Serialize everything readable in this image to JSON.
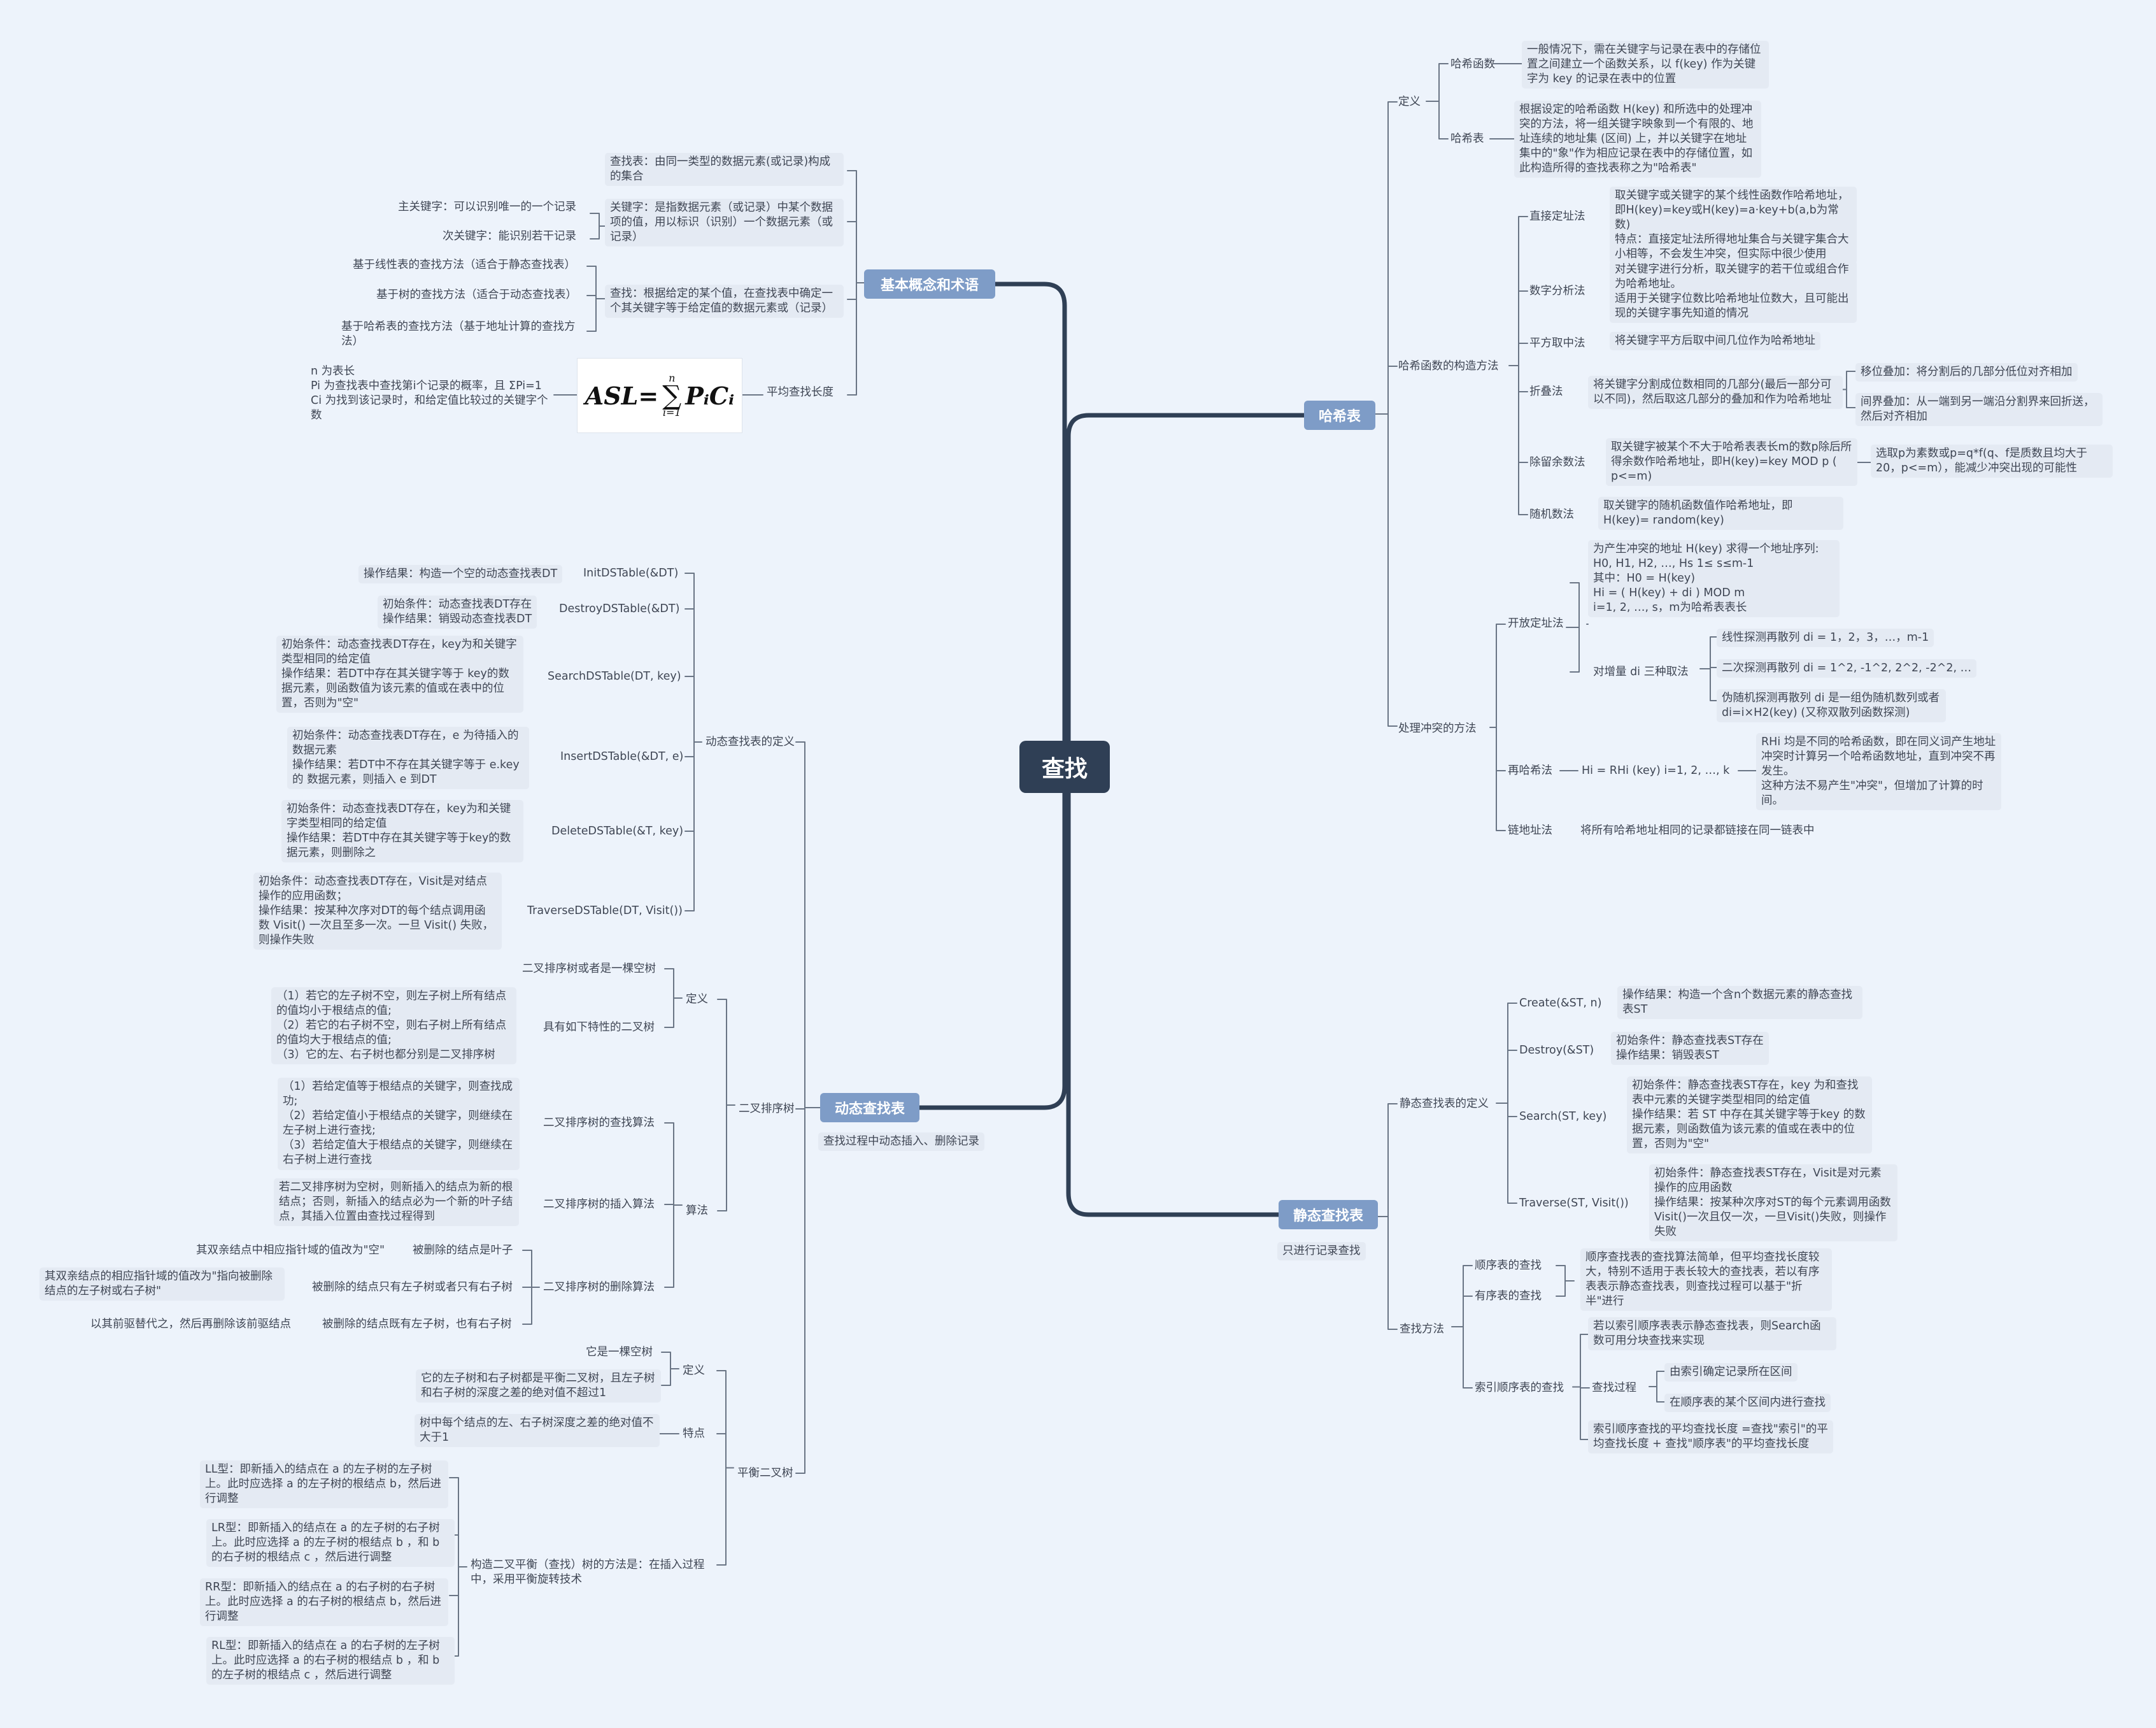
{
  "root": "查找",
  "main": {
    "jiben": "基本概念和术语",
    "hash": "哈希表",
    "dong": "动态查找表",
    "jing": "静态查找表"
  },
  "summary": {
    "dong": "查找过程中动态插入、删除记录",
    "jing": "只进行记录查找"
  },
  "formula": {
    "lhs": "ASL=",
    "sum_top": "n",
    "sum_sym": "∑",
    "sum_bottom": "i=1",
    "term": "PᵢCᵢ"
  },
  "nodes": {
    "jb_table": "查找表：由同一类型的数据元素(或记录)构成的集合",
    "jb_key": "关键字：是指数据元素（或记录）中某个数据项的值，用以标识（识别）一个数据元素（或记录）",
    "jb_pkey": "主关键字：可以识别唯一的一个记录",
    "jb_skey": "次关键字：能识别若干记录",
    "jb_search": "查找：根据给定的某个值，在查找表中确定一个其关键字等于给定值的数据元素或（记录）",
    "jb_linear": "基于线性表的查找方法（适合于静态查找表）",
    "jb_tree": "基于树的查找方法（适合于动态查找表）",
    "jb_hashm": "基于哈希表的查找方法（基于地址计算的查找方法）",
    "jb_asl": "平均查找长度",
    "jb_asl_note": "n 为表长\nPi 为查找表中查找第i个记录的概率，且 ΣPi=1\nCi 为找到该记录时，和给定值比较过的关键字个数",
    "h_def": "定义",
    "h_func": "哈希函数",
    "h_func_d": "一般情况下，需在关键字与记录在表中的存储位置之间建立一个函数关系，以 f(key) 作为关键字为 key 的记录在表中的位置",
    "h_tab": "哈希表",
    "h_tab_d": "根据设定的哈希函数 H(key) 和所选中的处理冲突的方法，将一组关键字映象到一个有限的、地址连续的地址集 (区间) 上，并以关键字在地址集中的\"象\"作为相应记录在表中的存储位置，如此构造所得的查找表称之为\"哈希表\"",
    "h_cons": "哈希函数的构造方法",
    "h_direct": "直接定址法",
    "h_direct_d": "取关键字或关键字的某个线性函数作哈希地址，即H(key)=key或H(key)=a·key+b(a,b为常数)\n特点：直接定址法所得地址集合与关键字集合大小相等，不会发生冲突，但实际中很少使用",
    "h_digit": "数字分析法",
    "h_digit_d": "对关键字进行分析，取关键字的若干位或组合作为哈希地址。\n适用于关键字位数比哈希地址位数大，且可能出现的关键字事先知道的情况",
    "h_sq": "平方取中法",
    "h_sq_d": "将关键字平方后取中间几位作为哈希地址",
    "h_fold": "折叠法",
    "h_fold_d": "将关键字分割成位数相同的几部分(最后一部分可以不同)，然后取这几部分的叠加和作为哈希地址",
    "h_fold1": "移位叠加：将分割后的几部分低位对齐相加",
    "h_fold2": "间界叠加：从一端到另一端沿分割界来回折送，然后对齐相加",
    "h_div": "除留余数法",
    "h_div_d": "取关键字被某个不大于哈希表表长m的数p除后所得余数作哈希地址，即H(key)=key MOD p ( p<=m)",
    "h_div_n": "选取p为素数或p=q*f(q、f是质数且均大于20，p<=m），能减少冲突出现的可能性",
    "h_rand": "随机数法",
    "h_rand_d": "取关键字的随机函数值作哈希地址，即H(key)= random(key)",
    "h_conf": "处理冲突的方法",
    "h_open": "开放定址法",
    "h_open_d": "为产生冲突的地址 H(key) 求得一个地址序列:\nH0, H1, H2, …, Hs     1≤ s≤m-1\n其中：H0 = H(key)\n          Hi = ( H(key) + di ) MOD m\n          i=1, 2, …, s，m为哈希表表长",
    "h_di": "对增量 di  三种取法",
    "h_di1": "线性探测再散列 di = 1，2，3，…，m-1",
    "h_di2": "二次探测再散列 di = 1^2, -1^2, 2^2, -2^2, …",
    "h_di3": "伪随机探测再散列 di 是一组伪随机数列或者di=i×H2(key) (又称双散列函数探测)",
    "h_rehash": "再哈希法",
    "h_rehash_f": "Hi = RHi (key)       i=1, 2, …, k",
    "h_rehash_d": "RHi 均是不同的哈希函数，即在同义词产生地址冲突时计算另一个哈希函数地址，直到冲突不再发生。\n这种方法不易产生\"冲突\"，但增加了计算的时间。",
    "h_chain": "链地址法",
    "h_chain_d": "将所有哈希地址相同的记录都链接在同一链表中",
    "d_def": "动态查找表的定义",
    "d_init": "InitDSTable(&DT)",
    "d_init_d": "操作结果：构造一个空的动态查找表DT",
    "d_destroy": "DestroyDSTable(&DT)",
    "d_destroy_d": "初始条件：动态查找表DT存在\n操作结果：销毁动态查找表DT",
    "d_search": "SearchDSTable(DT, key)",
    "d_search_d": "初始条件：动态查找表DT存在，key为和关键字类型相同的给定值\n操作结果：若DT中存在其关键字等于 key的数据元素，则函数值为该元素的值或在表中的位置，否则为\"空\"",
    "d_insert": "InsertDSTable(&DT, e)",
    "d_insert_d": "初始条件：动态查找表DT存在，e 为待插入的数据元素\n操作结果：若DT中不存在其关键字等于 e.key 的 数据元素，则插入 e 到DT",
    "d_delete": "DeleteDSTable(&T, key)",
    "d_delete_d": "初始条件：动态查找表DT存在，key为和关键字类型相同的给定值\n操作结果：若DT中存在其关键字等于key的数据元素，则删除之",
    "d_trav": "TraverseDSTable(DT, Visit())",
    "d_trav_d": "初始条件：动态查找表DT存在，Visit是对结点操作的应用函数；\n操作结果：按某种次序对DT的每个结点调用函数 Visit() 一次且至多一次。一旦 Visit() 失败，则操作失败",
    "d_bst": "二叉排序树",
    "d_bst_def": "定义",
    "d_bst_def1": "二叉排序树或者是一棵空树",
    "d_bst_def2": "具有如下特性的二叉树",
    "d_bst_def2_d": "（1）若它的左子树不空，则左子树上所有结点的值均小于根结点的值;\n（2）若它的右子树不空，则右子树上所有结点的值均大于根结点的值;\n（3）它的左、右子树也都分别是二叉排序树",
    "d_bst_alg": "算法",
    "d_bst_find": "二叉排序树的查找算法",
    "d_bst_find_d": "（1）若给定值等于根结点的关键字，则查找成功;\n（2）若给定值小于根结点的关键字，则继续在左子树上进行查找;\n（3）若给定值大于根结点的关键字，则继续在右子树上进行查找",
    "d_bst_ins": "二叉排序树的插入算法",
    "d_bst_ins_d": "若二叉排序树为空树，则新插入的结点为新的根结点；否则，新插入的结点必为一个新的叶子结点，其插入位置由查找过程得到",
    "d_bst_del": "二叉排序树的删除算法",
    "d_bst_del1": "被删除的结点是叶子",
    "d_bst_del1_d": "其双亲结点中相应指针域的值改为\"空\"",
    "d_bst_del2": "被删除的结点只有左子树或者只有右子树",
    "d_bst_del2_d": "其双亲结点的相应指针域的值改为\"指向被删除结点的左子树或右子树\"",
    "d_bst_del3": "被删除的结点既有左子树，也有右子树",
    "d_bst_del3_d": "以其前驱替代之，然后再删除该前驱结点",
    "d_avl": "平衡二叉树",
    "d_avl_def": "定义",
    "d_avl_def1": "它是一棵空树",
    "d_avl_def2": "它的左子树和右子树都是平衡二叉树，且左子树和右子树的深度之差的绝对值不超过1",
    "d_avl_feat": "特点",
    "d_avl_feat_d": "树中每个结点的左、右子树深度之差的绝对值不大于1",
    "d_avl_build": "构造二叉平衡（查找）树的方法是：在插入过程中，采用平衡旋转技术",
    "d_avl_ll": "LL型：即新插入的结点在 a 的左子树的左子树上。此时应选择 a 的左子树的根结点 b，然后进行调整",
    "d_avl_lr": "LR型：即新插入的结点在 a 的左子树的右子树上。此时应选择 a 的左子树的根结点 b ，和 b 的右子树的根结点 c ，然后进行调整",
    "d_avl_rr": "RR型：即新插入的结点在 a 的右子树的右子树上。此时应选择 a 的右子树的根结点 b，然后进行调整",
    "d_avl_rl": "RL型：即新插入的结点在 a 的右子树的左子树上。此时应选择 a 的右子树的根结点 b ，和 b 的左子树的根结点 c ，然后进行调整",
    "s_def": "静态查找表的定义",
    "s_create": "Create(&ST, n)",
    "s_create_d": "操作结果：构造一个含n个数据元素的静态查找表ST",
    "s_destroy": "Destroy(&ST)",
    "s_destroy_d": "初始条件：静态查找表ST存在\n操作结果：销毁表ST",
    "s_search": "Search(ST, key)",
    "s_search_d": "初始条件：静态查找表ST存在，key 为和查找表中元素的关键字类型相同的给定值\n操作结果：若 ST 中存在其关键字等于key 的数据元素，则函数值为该元素的值或在表中的位置，否则为\"空\"",
    "s_trav": "Traverse(ST, Visit())",
    "s_trav_d": "初始条件：静态查找表ST存在，Visit是对元素操作的应用函数\n操作结果：按某种次序对ST的每个元素调用函数Visit()一次且仅一次，一旦Visit()失败，则操作失败",
    "s_method": "查找方法",
    "s_seq": "顺序表的查找",
    "s_ord": "有序表的查找",
    "s_seq_d": "顺序查找表的查找算法简单，但平均查找长度较大，特别不适用于表长较大的查找表，若以有序表表示静态查找表，则查找过程可以基于\"折半\"进行",
    "s_idx": "索引顺序表的查找",
    "s_idx1": "若以索引顺序表表示静态查找表，则Search函数可用分块查找来实现",
    "s_idx_proc": "查找过程",
    "s_idx_p1": "由索引确定记录所在区间",
    "s_idx_p2": "在顺序表的某个区间内进行查找",
    "s_idx3": "索引顺序查找的平均查找长度 =查找\"索引\"的平均查找长度 + 查找\"顺序表\"的平均查找长度"
  },
  "colors": {
    "root": "#2f3f55",
    "main": "#7e9cc7",
    "node": "#e4eaf3",
    "line": "#2f3f55",
    "thin": "#6a7585",
    "bg": "#edf3fb"
  }
}
